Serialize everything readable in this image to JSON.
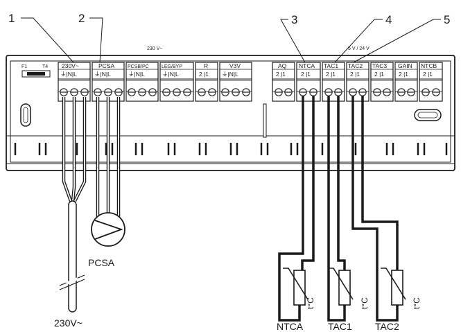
{
  "callouts": [
    "1",
    "2",
    "3",
    "4",
    "5"
  ],
  "board": {
    "fuse_label": "F1",
    "fuse_rating": "T4",
    "voltage_left": "230 V~",
    "voltage_right": "5 V / 24 V"
  },
  "terminals_left": [
    {
      "label": "230V~",
      "pins": "⏚|N|L"
    },
    {
      "label": "PCSA",
      "pins": "⏚|N|L"
    },
    {
      "label": "PCSB/PC",
      "pins": "⏚|N|L"
    },
    {
      "label": "LEG/BYP",
      "pins": "⏚|N|L"
    },
    {
      "label": "R",
      "pins": "2 |1"
    },
    {
      "label": "V3V",
      "pins": "⏚|N|L"
    }
  ],
  "terminals_right": [
    {
      "label": "AQ",
      "pins": "2 |1"
    },
    {
      "label": "NTCA",
      "pins": "2 |1"
    },
    {
      "label": "TAC1",
      "pins": "2 |1"
    },
    {
      "label": "TAC2",
      "pins": "2 |1"
    },
    {
      "label": "TAC3",
      "pins": "2 |1"
    },
    {
      "label": "GAIN",
      "pins": "2 |1"
    },
    {
      "label": "NTCB",
      "pins": "2 |1"
    }
  ],
  "bottom_labels": {
    "supply": "230V~",
    "pump": "PCSA",
    "sensor_a": "NTCA",
    "sensor_b": "TAC1",
    "sensor_c": "TAC2"
  },
  "sensor_unit": "t°C"
}
